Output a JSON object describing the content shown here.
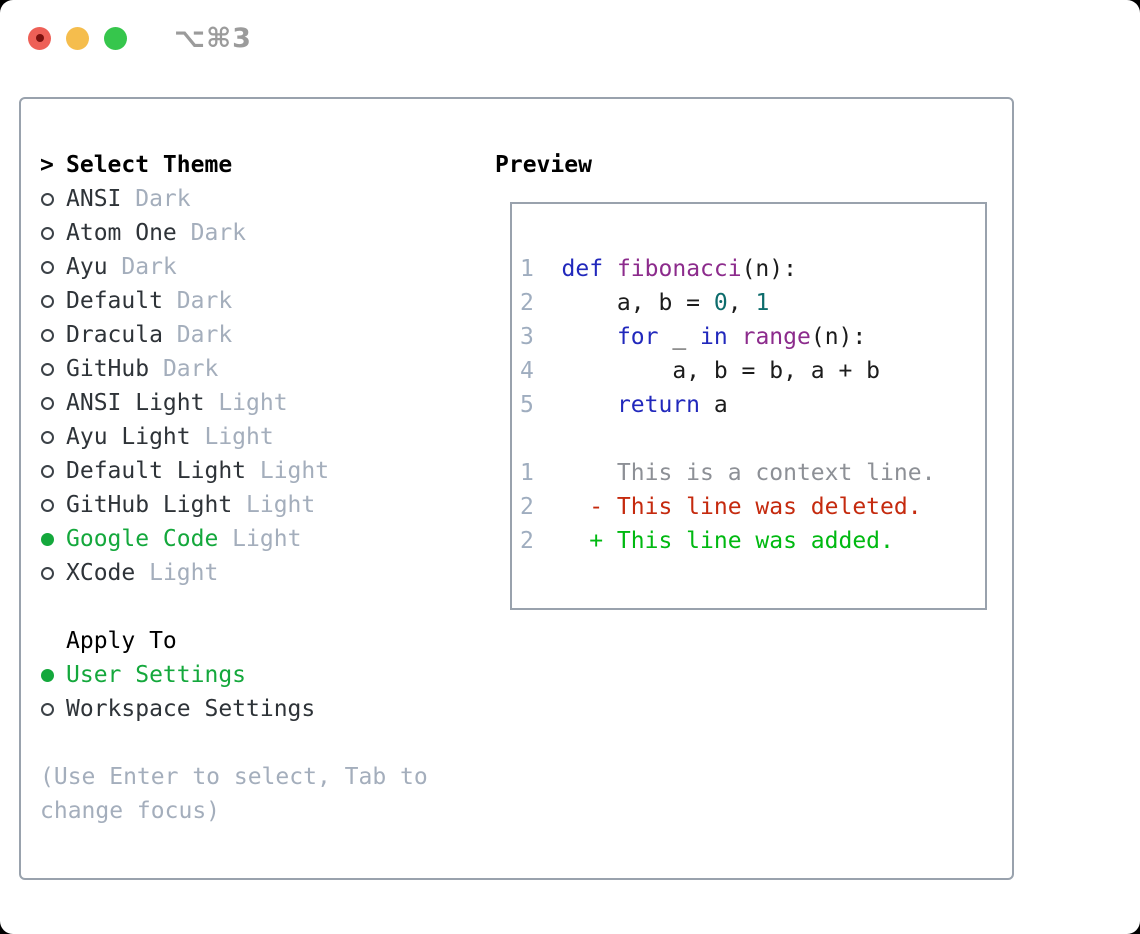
{
  "window": {
    "title": "⌥⌘3"
  },
  "theme_list": {
    "prompt": ">",
    "header": "Select Theme",
    "items": [
      {
        "name": "ANSI",
        "tag": "Dark",
        "selected": false
      },
      {
        "name": "Atom One",
        "tag": "Dark",
        "selected": false
      },
      {
        "name": "Ayu",
        "tag": "Dark",
        "selected": false
      },
      {
        "name": "Default",
        "tag": "Dark",
        "selected": false
      },
      {
        "name": "Dracula",
        "tag": "Dark",
        "selected": false
      },
      {
        "name": "GitHub",
        "tag": "Dark",
        "selected": false
      },
      {
        "name": "ANSI Light",
        "tag": "Light",
        "selected": false
      },
      {
        "name": "Ayu Light",
        "tag": "Light",
        "selected": false
      },
      {
        "name": "Default Light",
        "tag": "Light",
        "selected": false
      },
      {
        "name": "GitHub Light",
        "tag": "Light",
        "selected": false
      },
      {
        "name": "Google Code",
        "tag": "Light",
        "selected": true
      },
      {
        "name": "XCode",
        "tag": "Light",
        "selected": false
      }
    ]
  },
  "apply_to": {
    "header": "Apply To",
    "options": [
      {
        "label": "User Settings",
        "selected": true
      },
      {
        "label": "Workspace Settings",
        "selected": false
      }
    ]
  },
  "hint": {
    "text": "(Use Enter to select, Tab to change focus)"
  },
  "preview": {
    "header": "Preview",
    "lines": [
      {
        "num": "1",
        "tokens": [
          {
            "c": "kw",
            "t": "def"
          },
          {
            "c": "plain",
            "t": " "
          },
          {
            "c": "fn",
            "t": "fibonacci"
          },
          {
            "c": "plain",
            "t": "(n):"
          }
        ]
      },
      {
        "num": "2",
        "tokens": [
          {
            "c": "plain",
            "t": "    a, b = "
          },
          {
            "c": "lit",
            "t": "0"
          },
          {
            "c": "plain",
            "t": ", "
          },
          {
            "c": "lit",
            "t": "1"
          }
        ]
      },
      {
        "num": "3",
        "tokens": [
          {
            "c": "plain",
            "t": "    "
          },
          {
            "c": "kw",
            "t": "for"
          },
          {
            "c": "plain",
            "t": " _ "
          },
          {
            "c": "kw",
            "t": "in"
          },
          {
            "c": "plain",
            "t": " "
          },
          {
            "c": "fn",
            "t": "range"
          },
          {
            "c": "plain",
            "t": "(n):"
          }
        ]
      },
      {
        "num": "4",
        "tokens": [
          {
            "c": "plain",
            "t": "        a, b = b, a + b"
          }
        ]
      },
      {
        "num": "5",
        "tokens": [
          {
            "c": "plain",
            "t": "    "
          },
          {
            "c": "kw",
            "t": "return"
          },
          {
            "c": "plain",
            "t": " a"
          }
        ]
      },
      {
        "num": "",
        "tokens": []
      },
      {
        "num": "1",
        "tokens": [
          {
            "c": "ctx",
            "t": "    This is a context line."
          }
        ]
      },
      {
        "num": "2",
        "tokens": [
          {
            "c": "del",
            "t": "  - This line was deleted."
          }
        ]
      },
      {
        "num": "2",
        "tokens": [
          {
            "c": "add",
            "t": "  + This line was added."
          }
        ]
      }
    ]
  },
  "colors": {
    "accent_green": "#14a83c",
    "panel_border": "#99a2ad",
    "traffic_red": "#ee6057",
    "traffic_yellow": "#f5bd4d",
    "traffic_green": "#36c64c",
    "kw": "#2128bc",
    "fn": "#8c2b8c",
    "lit": "#0d6c6c",
    "plain": "#1c1c1c",
    "num": "#9fadbf",
    "ctx": "#8d9096",
    "del": "#c52a0e",
    "add": "#00b911"
  }
}
